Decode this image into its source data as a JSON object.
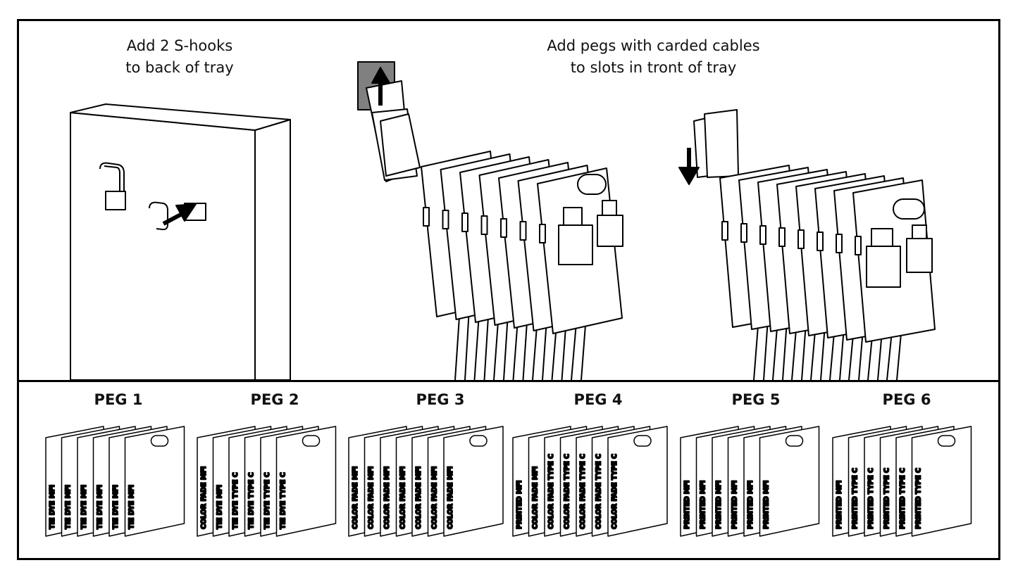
{
  "instructions": {
    "left": [
      "Add 2 S-hooks",
      "to back of tray"
    ],
    "right": [
      "Add pegs with carded cables",
      "to slots in tront of tray"
    ]
  },
  "pegs": [
    {
      "title": "PEG 1",
      "cards": [
        "TIE DYE MFI",
        "TIE DYE MFI",
        "TIE DYE MFI",
        "TIE DYE MFI",
        "TIE DYE MFI",
        "TIE DYE MFI"
      ]
    },
    {
      "title": "PEG 2",
      "cards": [
        "COLOR FADE MFI",
        "TIE DYE MFI",
        "TIE DYE TYPE C",
        "TIE DYE TYPE C",
        "TIE DYE TYPE C",
        "TIE DYE TYPE C"
      ]
    },
    {
      "title": "PEG 3",
      "cards": [
        "COLOR FADE MFI",
        "COLOR FADE MFI",
        "COLOR FADE MFI",
        "COLOR FADE MFI",
        "COLOR FADE MFI",
        "COLOR FADE MFI",
        "COLOR FADE MFI"
      ]
    },
    {
      "title": "PEG 4",
      "cards": [
        "PRINTED MFI",
        "COLOR FADE MFI",
        "COLOR FADE TYPE C",
        "COLOR FADE TYPE C",
        "COLOR FADE TYPE C",
        "COLOR FADE TYPE C",
        "COLOR FADE TYPE C"
      ]
    },
    {
      "title": "PEG 5",
      "cards": [
        "PRINTED MFI",
        "PRINTED MFI",
        "PRINTED MFI",
        "PRINTED MFI",
        "PRINTED MFI",
        "PRINTED MFI"
      ]
    },
    {
      "title": "PEG 6",
      "cards": [
        "PRINTED MFI",
        "PRINTED TYPE C",
        "PRINTED TYPE C",
        "PRINTED TYPE C",
        "PRINTED TYPE C",
        "PRINTED TYPE C"
      ]
    }
  ],
  "colors": {
    "line": "#000000",
    "fill": "#ffffff",
    "wall_plate": "#808080"
  }
}
